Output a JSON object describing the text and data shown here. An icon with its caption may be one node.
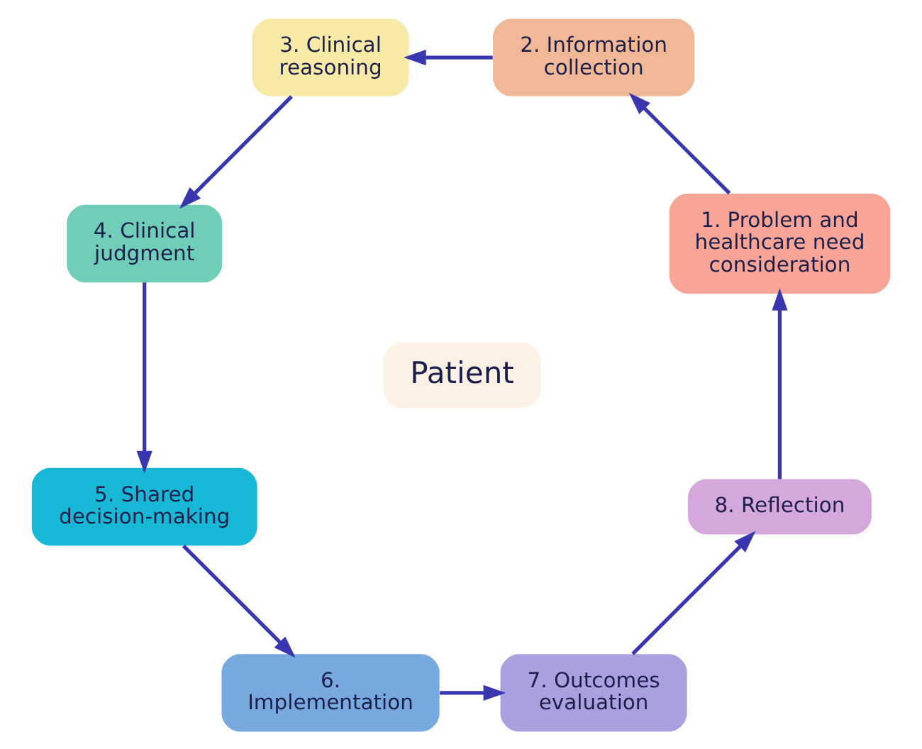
{
  "diagram": {
    "nodes": [
      {
        "text": [
          "Patient"
        ]
      },
      {
        "text": [
          "1. Problem and healthcare need consideration"
        ]
      },
      {
        "text": [
          "2. Information collection"
        ]
      },
      {
        "text": [
          "3. Clinical reasoning"
        ]
      },
      {
        "text": [
          "4. Clinical judgment"
        ]
      },
      {
        "text": [
          "5. Shared decision-making"
        ]
      },
      {
        "text": [
          "6. Implementation"
        ]
      },
      {
        "text": [
          "7. Outcomes evaluation"
        ]
      },
      {
        "text": [
          "8. Reflection"
        ]
      }
    ],
    "edges": [
      {
        "from": 1,
        "to": 2,
        "arrow": "to"
      },
      {
        "from": 2,
        "to": 3,
        "arrow": "to"
      },
      {
        "from": 3,
        "to": 4,
        "arrow": "to"
      },
      {
        "from": 4,
        "to": 5,
        "arrow": "to"
      },
      {
        "from": 5,
        "to": 6,
        "arrow": "to"
      },
      {
        "from": 6,
        "to": 7,
        "arrow": "to"
      },
      {
        "from": 7,
        "to": 8,
        "arrow": "to"
      },
      {
        "from": 8,
        "to": 1,
        "arrow": "to"
      }
    ]
  }
}
